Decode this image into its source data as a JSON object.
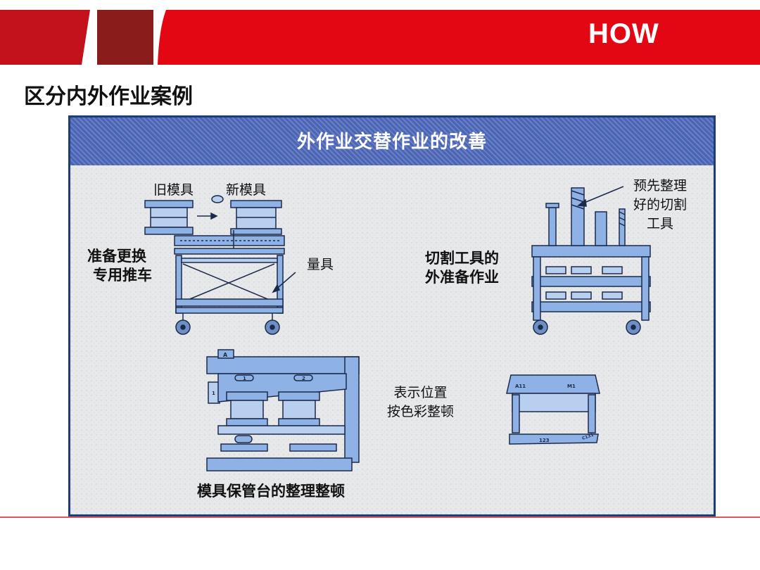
{
  "header": {
    "tag": "HOW",
    "colors": {
      "primary": "#c4121c",
      "accent": "#e30613",
      "dark_square": "#8b1c1c"
    }
  },
  "page_title": "区分内外作业案例",
  "figure": {
    "title": "外作业交替作业的改善",
    "labels": {
      "old_mold": "旧模具",
      "new_mold": "新模具",
      "prep_cart_line1": "准备更换",
      "prep_cart_line2": "专用推车",
      "gauge": "量具",
      "cutting_tools_line1": "切割工具的",
      "cutting_tools_line2": "外准备作业",
      "preorganized_line1": "预先整理",
      "preorganized_line2": "好的切割",
      "preorganized_line3": "工具",
      "display_line1": "表示位置",
      "display_line2": "按色彩整顿",
      "storage": "模具保管台的整理整顿"
    },
    "rack_tags": {
      "rack_a": "A",
      "slot_1": "1",
      "slot_2": "2",
      "row_1": "1"
    },
    "mold_tags": {
      "pos": "A11",
      "model": "M1",
      "code": "C131",
      "num": "123"
    },
    "colors": {
      "machine_blue": "#8fb2e6",
      "outline": "#1b2a4a",
      "header_blue": "#4a64b6",
      "frame": "#1d3d78"
    }
  }
}
